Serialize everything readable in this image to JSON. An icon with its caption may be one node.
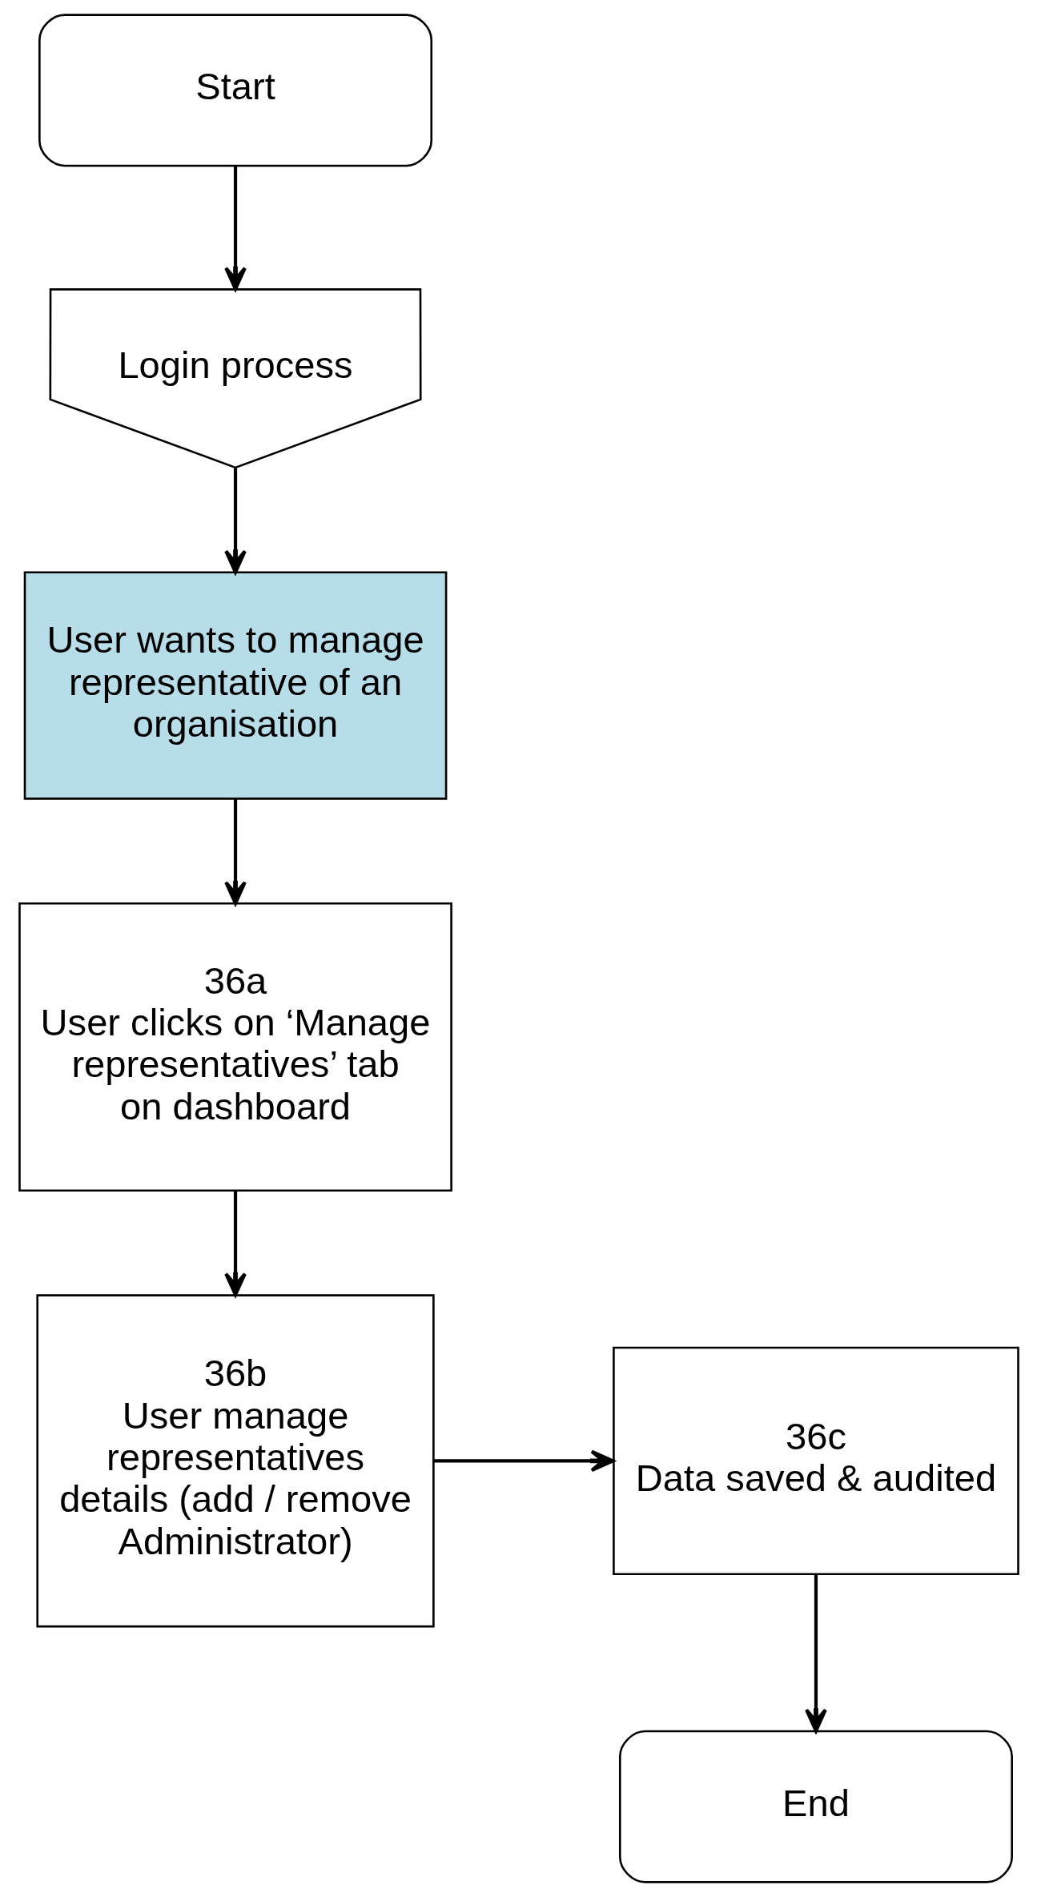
{
  "diagram": {
    "nodes": [
      {
        "text": [
          "Start"
        ]
      },
      {
        "text": [
          "Login process"
        ]
      },
      {
        "text": [
          "User wants to manage representative of an organisation"
        ]
      },
      {
        "text": [
          "36a",
          "User clicks on ‘Manage representatives’ tab on dashboard"
        ]
      },
      {
        "text": [
          "36b",
          "User manage representatives details (add / remove Administrator)"
        ]
      },
      {
        "text": [
          "36c",
          "Data saved & audited"
        ]
      },
      {
        "text": [
          "End"
        ]
      }
    ],
    "edges": [
      {
        "from": 0,
        "to": 1,
        "arrow": "to"
      },
      {
        "from": 1,
        "to": 2,
        "arrow": "to"
      },
      {
        "from": 2,
        "to": 3,
        "arrow": "to"
      },
      {
        "from": 3,
        "to": 4,
        "arrow": "to"
      },
      {
        "from": 4,
        "to": 5,
        "arrow": "to"
      },
      {
        "from": 5,
        "to": 6,
        "arrow": "to"
      }
    ]
  }
}
